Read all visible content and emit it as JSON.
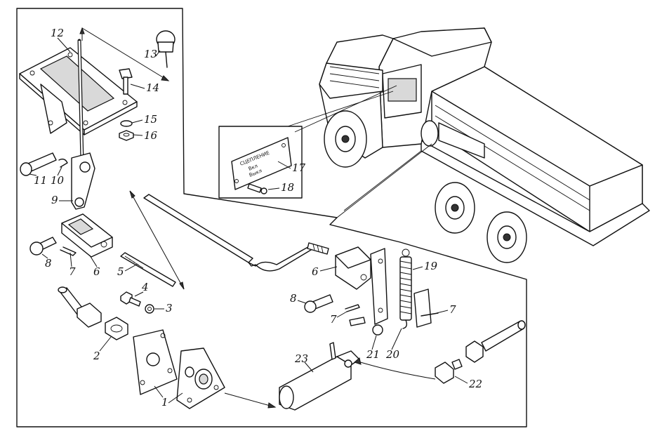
{
  "plate": {
    "line1": "СЦЕПЛЕНИЕ",
    "line2": "Вкл",
    "line3": "Выкл"
  },
  "callouts": [
    "1",
    "2",
    "3",
    "4",
    "5",
    "6",
    "6",
    "7",
    "7",
    "7",
    "8",
    "8",
    "9",
    "10",
    "11",
    "12",
    "13",
    "14",
    "15",
    "16",
    "17",
    "18",
    "19",
    "20",
    "21",
    "22",
    "23"
  ]
}
